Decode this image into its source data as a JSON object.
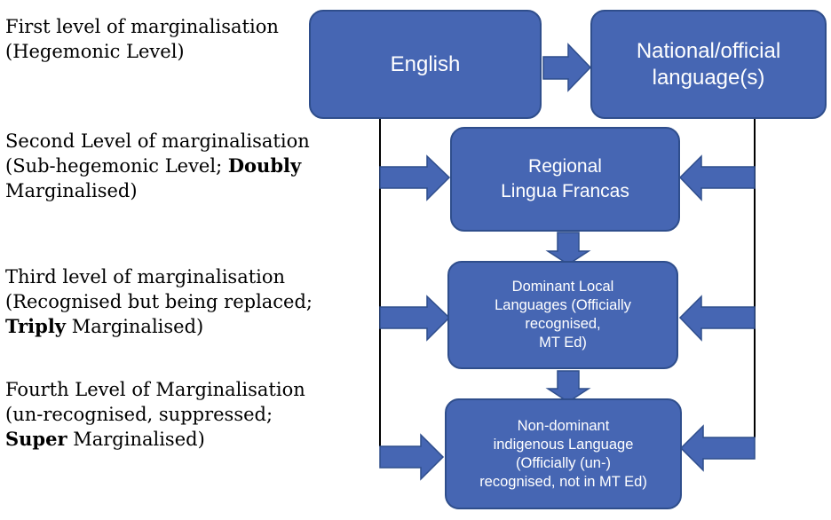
{
  "colors": {
    "box_fill": "#4666b3",
    "box_stroke": "#2f4e8c",
    "arrow_fill": "#4666b3",
    "arrow_stroke": "#2f4e8c",
    "line": "#000000",
    "text": "#000000"
  },
  "levels": [
    {
      "line1": "First level of marginalisation",
      "line2": "(Hegemonic Level)"
    },
    {
      "line1": "Second Level of marginalisation",
      "line2_pre": "(Sub-hegemonic Level; ",
      "line2_bold": "Doubly",
      "line3": "Marginalised)"
    },
    {
      "line1": "Third level of marginalisation",
      "line2": "(Recognised but being replaced;",
      "line3_bold": "Triply",
      "line3_post": " Marginalised)"
    },
    {
      "line1": "Fourth Level of Marginalisation",
      "line2": "(un-recognised, suppressed;",
      "line3_bold": "Super",
      "line3_post": " Marginalised)"
    }
  ],
  "boxes": {
    "english": "English",
    "national": "National/official\nlanguage(s)",
    "regional": "Regional\nLingua Francas",
    "dominant": "Dominant Local\nLanguages (Officially\nrecognised,\nMT Ed)",
    "nondominant": "Non-dominant\nindigenous Language\n(Officially (un-)\nrecognised, not in MT Ed)"
  },
  "icons": {
    "arrow": "block-arrow-icon"
  }
}
